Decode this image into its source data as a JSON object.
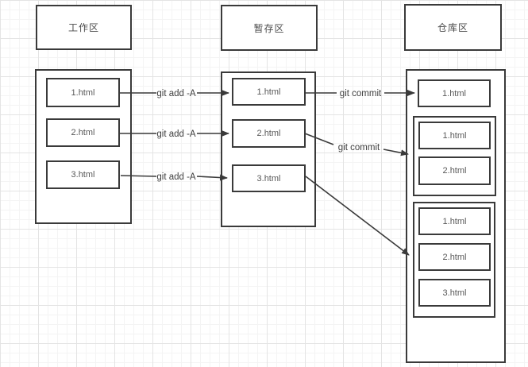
{
  "workspace": {
    "title": "工作区",
    "files": [
      "1.html",
      "2.html",
      "3.html"
    ]
  },
  "staging": {
    "title": "暂存区",
    "files": [
      "1.html",
      "2.html",
      "3.html"
    ]
  },
  "repository": {
    "title": "仓库区",
    "head_file": "1.html",
    "commits": [
      {
        "files": [
          "1.html",
          "2.html"
        ]
      },
      {
        "files": [
          "1.html",
          "2.html",
          "3.html"
        ]
      }
    ]
  },
  "arrows": [
    {
      "id": "add-1",
      "label": "git add -A"
    },
    {
      "id": "add-2",
      "label": "git add -A"
    },
    {
      "id": "add-3",
      "label": "git add -A"
    },
    {
      "id": "commit-1",
      "label": "git commit"
    },
    {
      "id": "commit-2",
      "label": "git commit"
    },
    {
      "id": "commit-3",
      "label": ""
    }
  ]
}
